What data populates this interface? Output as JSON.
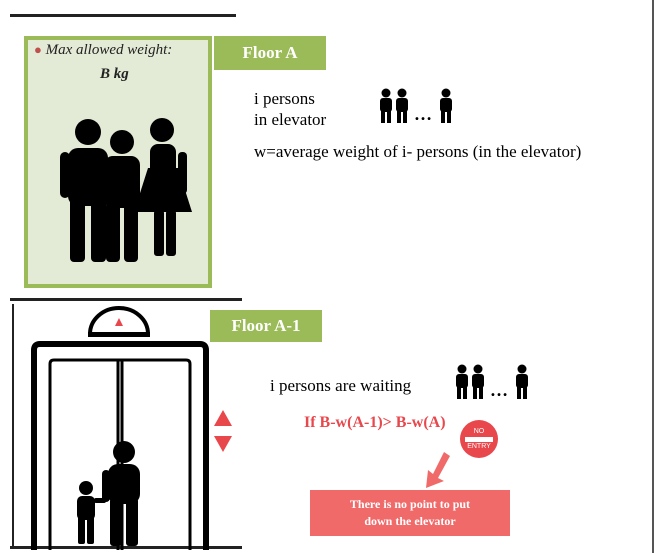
{
  "floor_a": {
    "label": "Floor A",
    "max_weight_label": "Max allowed weight:",
    "max_weight_value": "B kg",
    "persons_line1": "i persons",
    "persons_line2": "in elevator",
    "ellipsis": "…",
    "average_text": "w=average weight of i- persons (in the elevator)"
  },
  "floor_a1": {
    "label": "Floor A-1",
    "waiting_text": "i persons are waiting",
    "ellipsis": "…",
    "condition": "If B-w(A-1)> B-w(A)",
    "no_entry_top": "NO",
    "no_entry_bottom": "ENTRY",
    "result_line1": "There is no point to put",
    "result_line2": "down the elevator"
  },
  "colors": {
    "green": "#9bbb59",
    "panel_fill": "#e3ead5",
    "red": "#e8474c",
    "result_box": "#f06a6a"
  }
}
